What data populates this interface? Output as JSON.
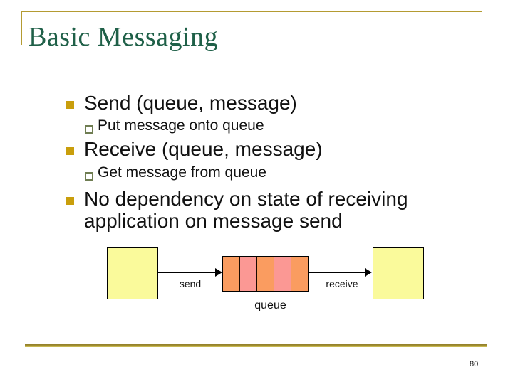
{
  "slide": {
    "title": "Basic Messaging",
    "page_number": "80"
  },
  "bullets": [
    {
      "level": 1,
      "text": "Send (queue, message)"
    },
    {
      "level": 2,
      "text": "Put message onto queue"
    },
    {
      "level": 1,
      "text": "Receive (queue, message)"
    },
    {
      "level": 2,
      "text": "Get message from queue"
    },
    {
      "level": 1,
      "text": "No dependency on state of receiving application on message send"
    }
  ],
  "diagram": {
    "send_label": "send",
    "receive_label": "receive",
    "queue_label": "queue",
    "queue_segment_colors": [
      "#fa9c60",
      "#fb9894",
      "#fa9c60",
      "#fb9894",
      "#fa9c60"
    ],
    "app_box_color": "#fafa9b"
  },
  "colors": {
    "accent_line": "#b49b32",
    "title_text": "#1f6048",
    "bullet_square": "#c99e0c",
    "sub_bullet_border": "#6f7d52",
    "arrow": "#000000"
  }
}
